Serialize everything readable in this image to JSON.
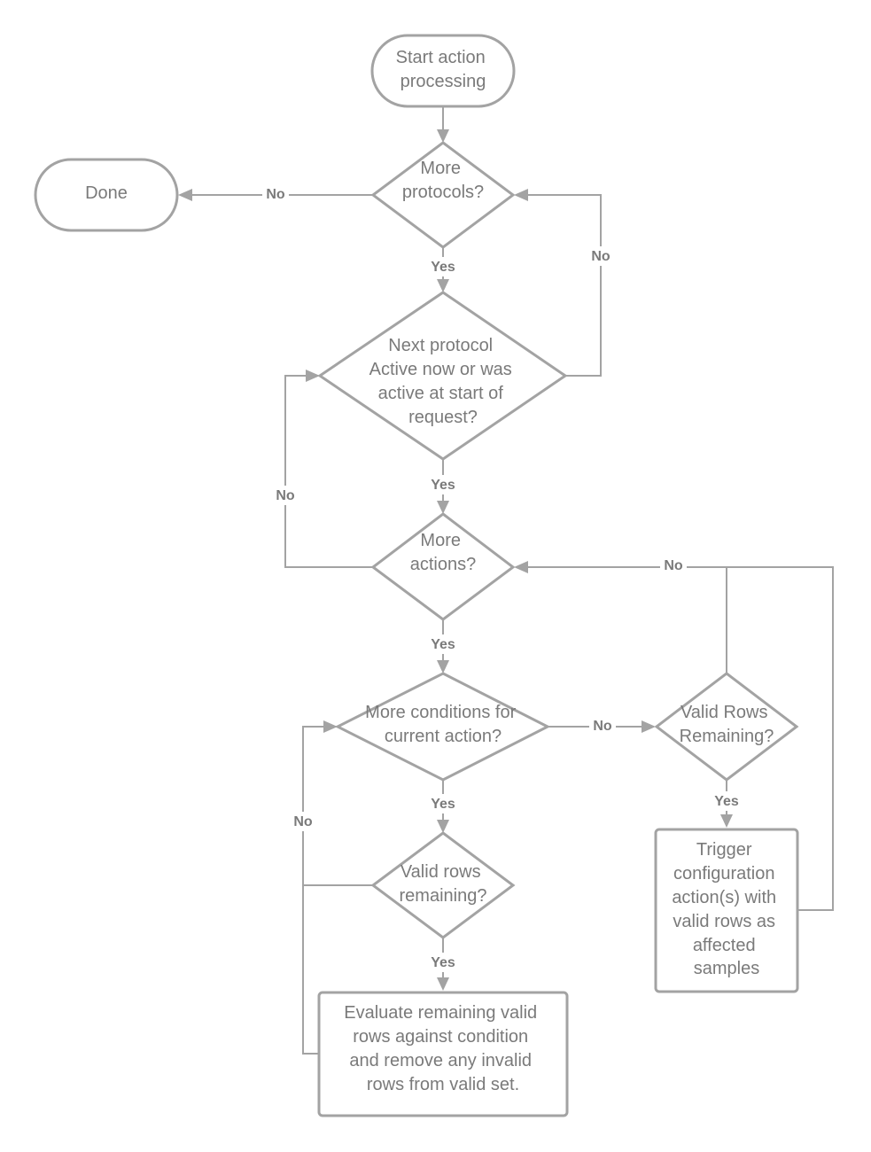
{
  "nodes": {
    "start": [
      "Start action",
      "processing"
    ],
    "done": [
      "Done"
    ],
    "more_protocols": [
      "More",
      "protocols?"
    ],
    "next_protocol": [
      "Next protocol",
      "Active now or was",
      "active at start of",
      "request?"
    ],
    "more_actions": [
      "More",
      "actions?"
    ],
    "more_conditions": [
      "More conditions for",
      "current action?"
    ],
    "valid_rows_remaining_upper": [
      "Valid Rows",
      "Remaining?"
    ],
    "valid_rows_remaining_lower": [
      "Valid rows",
      "remaining?"
    ],
    "trigger": [
      "Trigger",
      "configuration",
      "action(s) with",
      "valid rows as",
      "affected",
      "samples"
    ],
    "evaluate": [
      "Evaluate remaining valid",
      "rows against condition",
      "and remove any invalid",
      "rows from valid set."
    ]
  },
  "edge_labels": {
    "protocols_no": "No",
    "protocols_yes": "Yes",
    "next_protocol_no": "No",
    "next_protocol_yes": "Yes",
    "actions_no": "No",
    "actions_yes": "Yes",
    "conditions_no": "No",
    "conditions_yes": "Yes",
    "valid_upper_no": "No",
    "valid_upper_yes": "Yes",
    "valid_lower_no": "No",
    "valid_lower_yes": "Yes"
  }
}
